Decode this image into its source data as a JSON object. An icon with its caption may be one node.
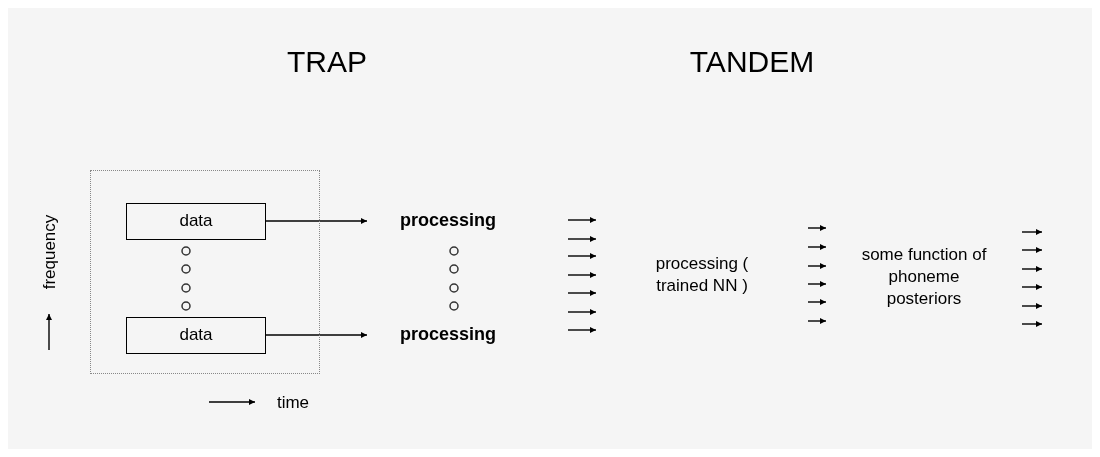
{
  "diagram": {
    "nodes": [
      {
        "text": [],
        "shape": "box"
      },
      {
        "text": [
          "data"
        ],
        "in": 0
      },
      {
        "text": [
          "data"
        ],
        "in": 0
      },
      {
        "text": [
          "processing"
        ]
      },
      {
        "text": [
          "processing"
        ]
      },
      {
        "text": [
          "processing ( trained NN )"
        ]
      },
      {
        "text": [
          "some function of phoneme posteriors"
        ]
      }
    ],
    "edges": [
      {
        "from": 1,
        "to": 3,
        "arrow": "to"
      },
      {
        "from": 2,
        "to": 4,
        "arrow": "to"
      }
    ],
    "labels": [
      "TRAP",
      "TANDEM",
      "frequency",
      "time"
    ]
  }
}
